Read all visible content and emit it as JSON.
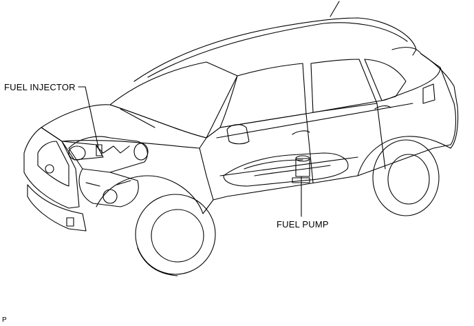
{
  "diagram": {
    "callouts": {
      "fuel_injector": "FUEL INJECTOR",
      "fuel_pump": "FUEL PUMP"
    },
    "corner_code": "P"
  },
  "colors": {
    "line": "#000000",
    "background": "#ffffff"
  }
}
